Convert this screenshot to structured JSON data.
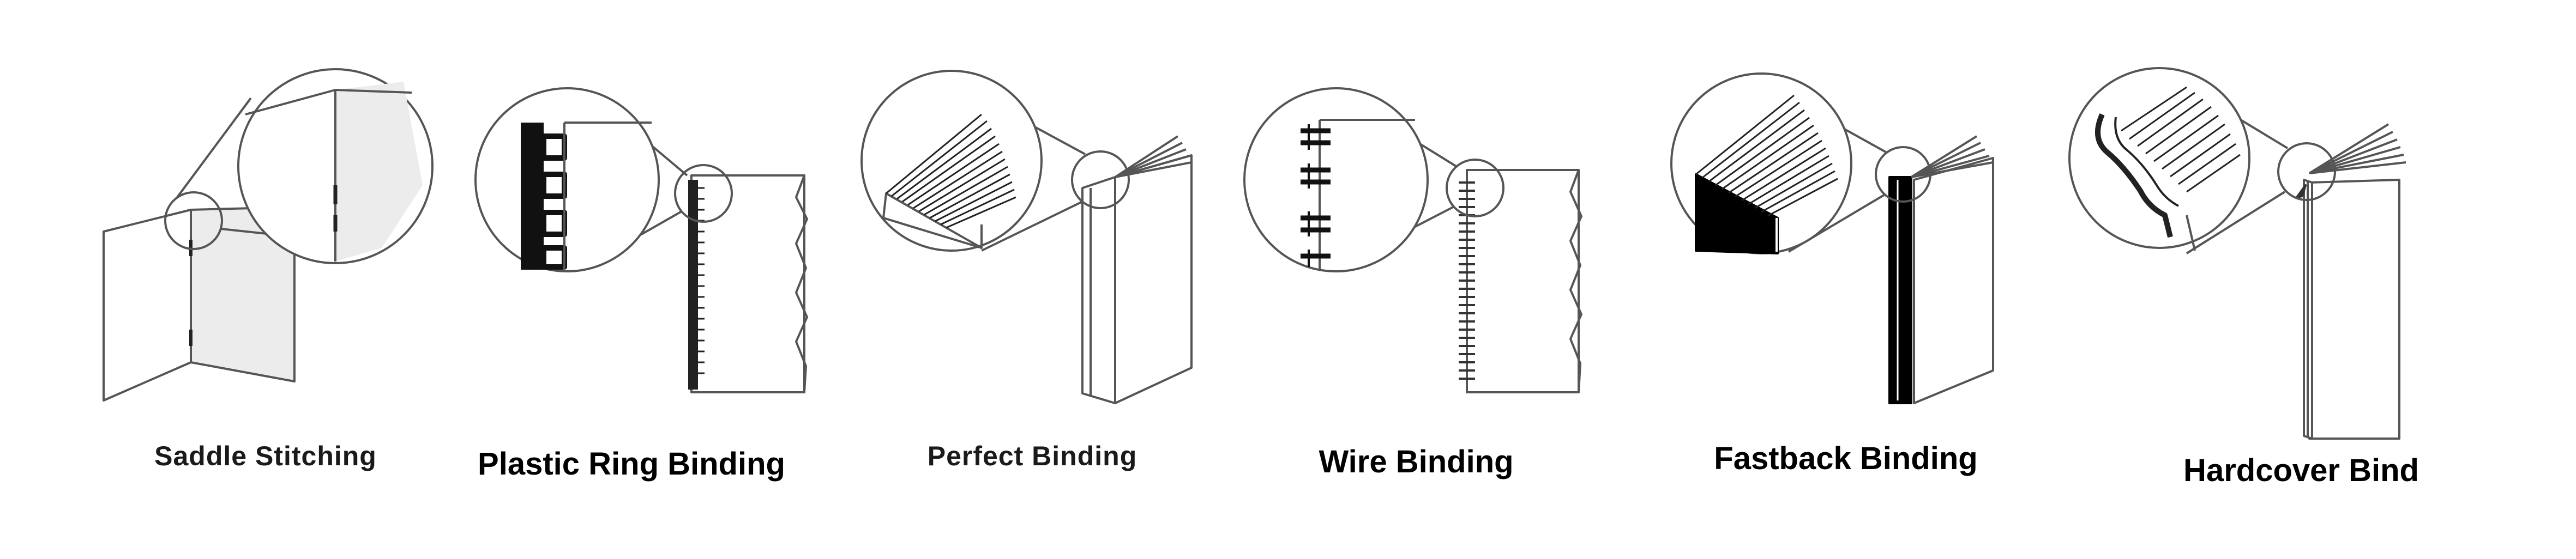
{
  "bindings": [
    {
      "id": "saddle",
      "label": "Saddle Stitching"
    },
    {
      "id": "plastic",
      "label": "Plastic Ring Binding"
    },
    {
      "id": "perfect",
      "label": "Perfect Binding"
    },
    {
      "id": "wire",
      "label": "Wire Binding"
    },
    {
      "id": "fastback",
      "label": "Fastback Binding"
    },
    {
      "id": "hardcover",
      "label": "Hardcover Bind"
    }
  ],
  "colors": {
    "line": "#555555",
    "page_shade": "#ececec",
    "ink": "#000000",
    "background": "#ffffff"
  }
}
